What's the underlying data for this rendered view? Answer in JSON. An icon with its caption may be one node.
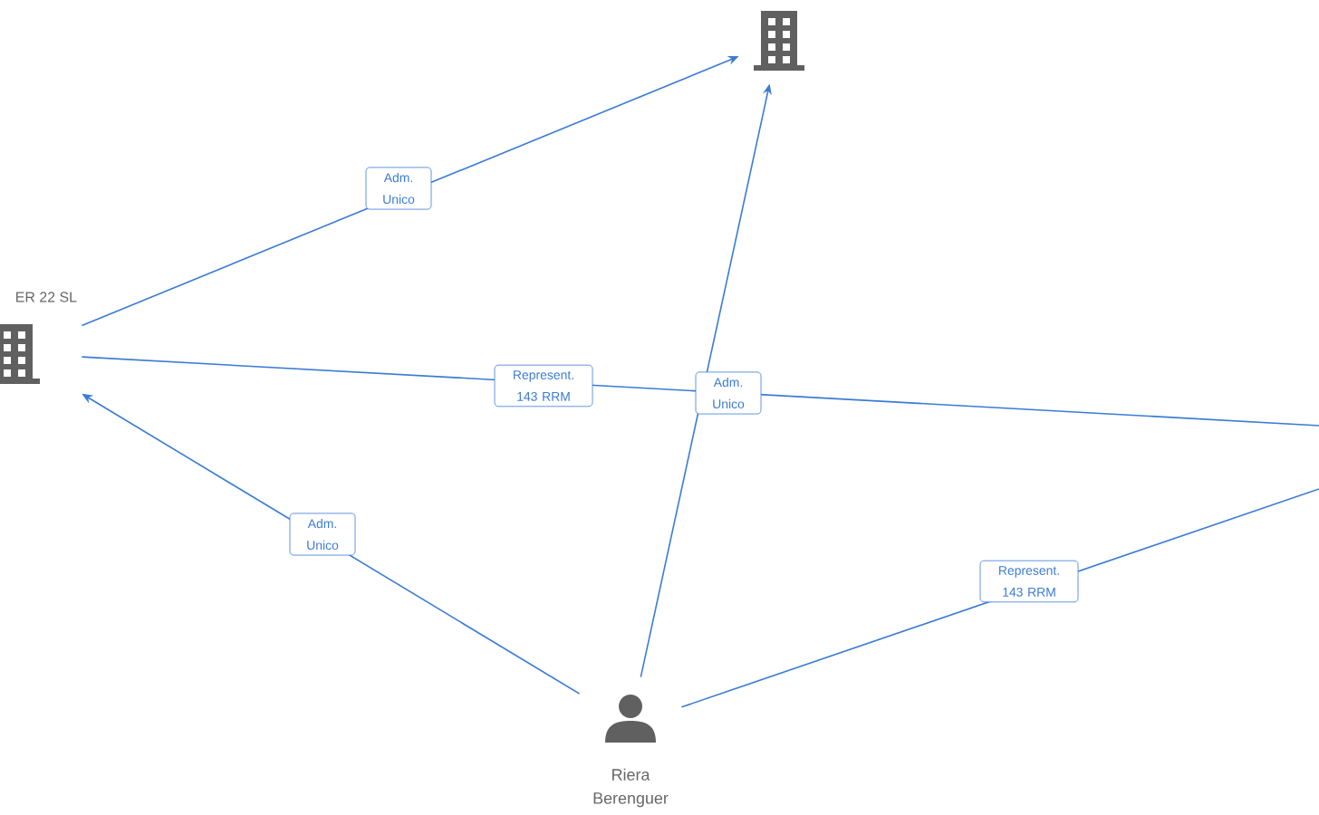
{
  "diagram": {
    "nodes": [
      {
        "text": [],
        "shape": "building"
      },
      {
        "text": [
          "ER 22  SL"
        ]
      },
      {
        "text": [
          "Riera Berenguer"
        ]
      }
    ],
    "edges": [
      {
        "from": 1,
        "to": 0,
        "arrow": "to",
        "label": "Adm. Unico"
      },
      {
        "from": 1,
        "to": null,
        "arrow": "none",
        "label": "Represent. 143 RRM"
      },
      {
        "from": 2,
        "to": 0,
        "arrow": "to",
        "label": "Adm. Unico"
      },
      {
        "from": 2,
        "to": 1,
        "arrow": "to",
        "label": "Adm. Unico"
      },
      {
        "from": 2,
        "to": null,
        "arrow": "none",
        "label": "Represent. 143 RRM"
      }
    ]
  }
}
